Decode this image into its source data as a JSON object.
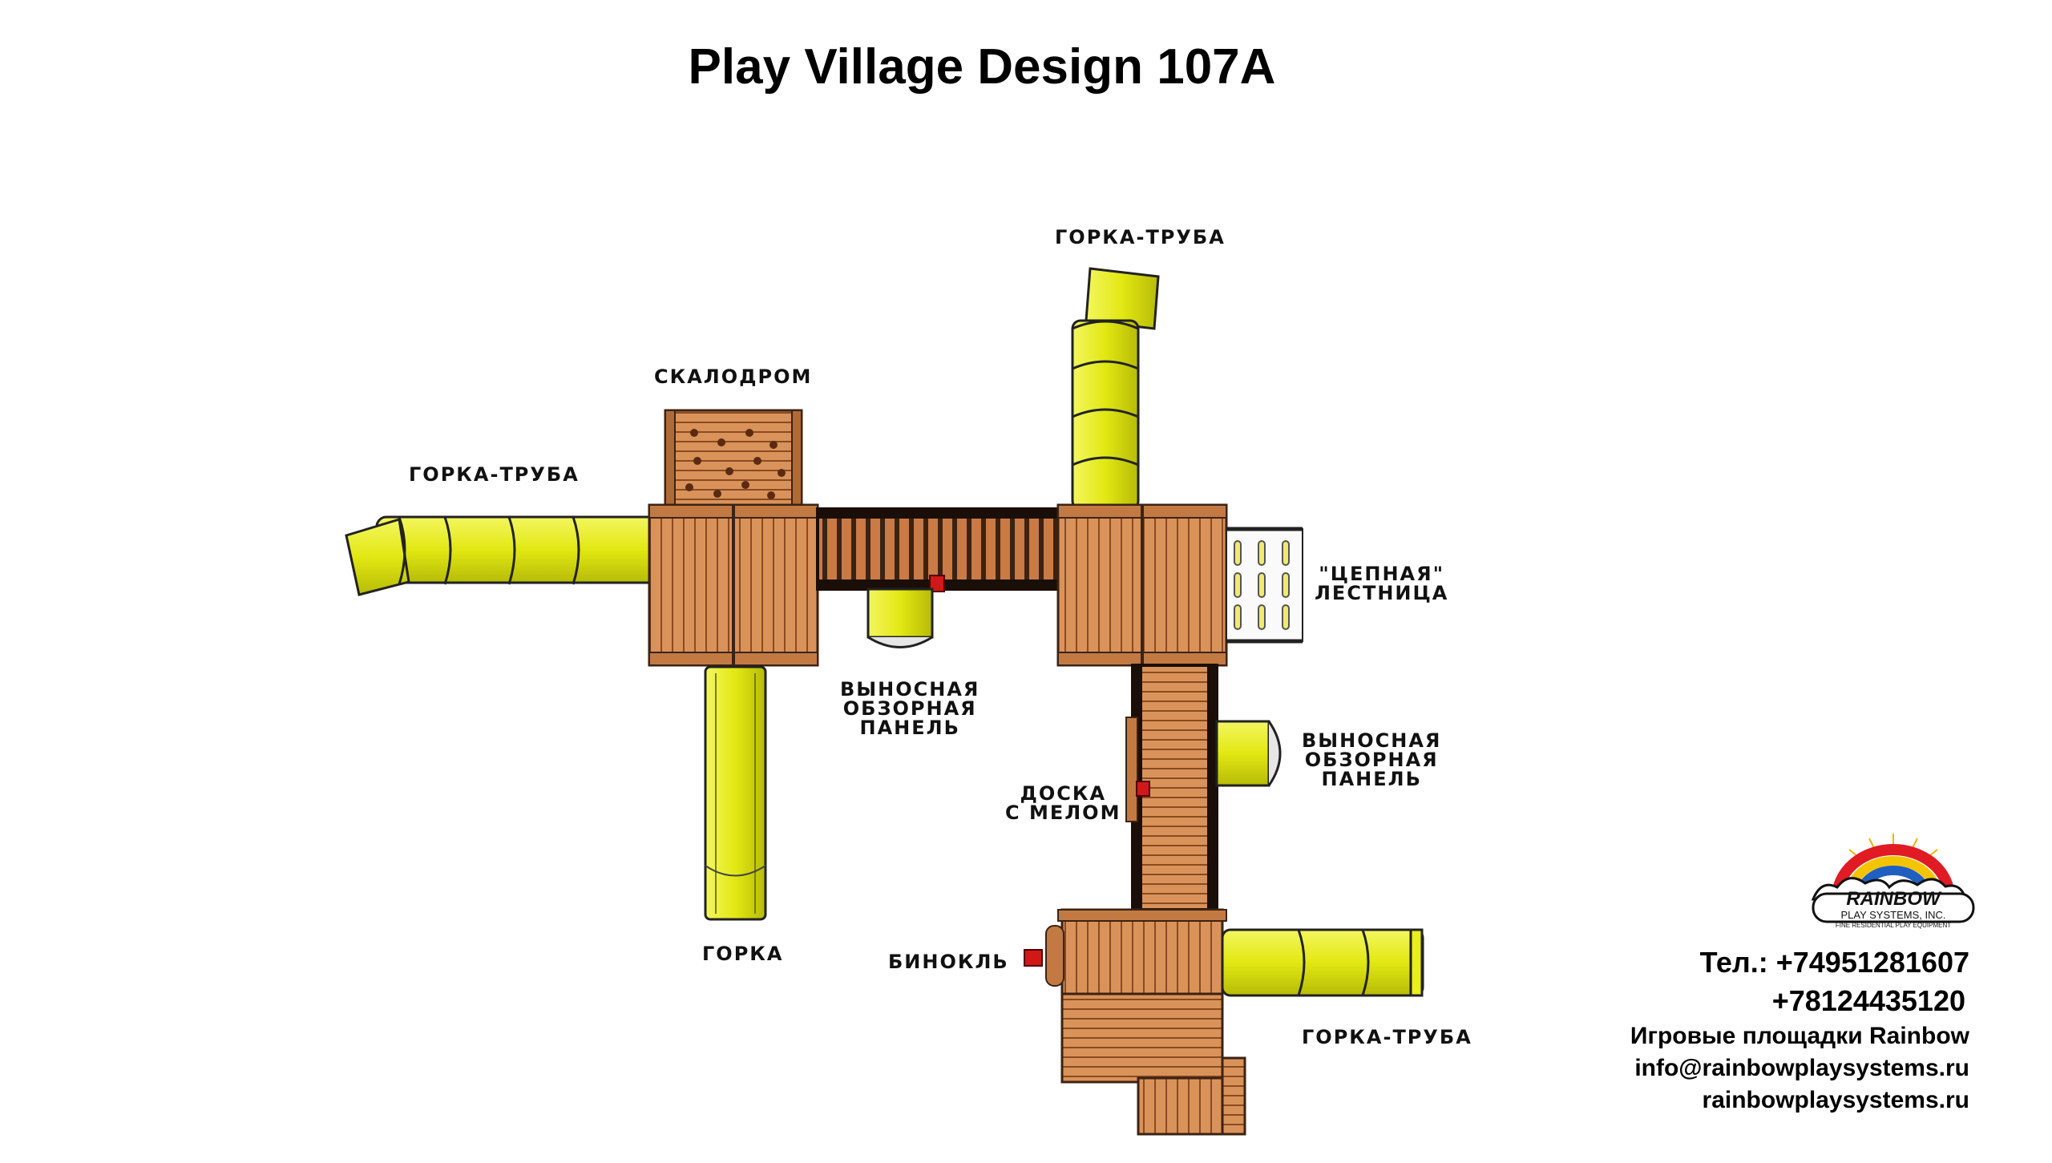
{
  "title": "Play Village Design 107A",
  "labels": {
    "tube_slide_top": "ГОРКА-ТРУБА",
    "tube_slide_left": "ГОРКА-ТРУБА",
    "tube_slide_bottom": "ГОРКА-ТРУБА",
    "climbing_wall": "СКАЛОДРОМ",
    "chain_ladder_line1": "\"ЦЕПНАЯ\"",
    "chain_ladder_line2": "ЛЕСТНИЦА",
    "viewing_panel_center_line1": "ВЫНОСНАЯ",
    "viewing_panel_center_line2": "ОБЗОРНАЯ",
    "viewing_panel_center_line3": "ПАНЕЛЬ",
    "viewing_panel_right_line1": "ВЫНОСНАЯ",
    "viewing_panel_right_line2": "ОБЗОРНАЯ",
    "viewing_panel_right_line3": "ПАНЕЛЬ",
    "chalkboard_line1": "ДОСКА",
    "chalkboard_line2": "С МЕЛОМ",
    "slide": "ГОРКА",
    "binoculars": "БИНОКЛЬ"
  },
  "logo": {
    "name": "RAINBOW",
    "company": "PLAY SYSTEMS, INC.",
    "tagline": "FINE RESIDENTIAL PLAY EQUIPMENT"
  },
  "contact": {
    "phone1": "Тел.: +74951281607",
    "phone2": "+78124435120",
    "company": "Игровые площадки Rainbow",
    "email": "info@rainbowplaysystems.ru",
    "website": "rainbowplaysystems.ru"
  },
  "colors": {
    "wood": "#d9935a",
    "wood_dark": "#8a4a22",
    "tube_yellow": "#e8ef1a",
    "background": "#ffffff",
    "accent_red": "#d01818"
  }
}
